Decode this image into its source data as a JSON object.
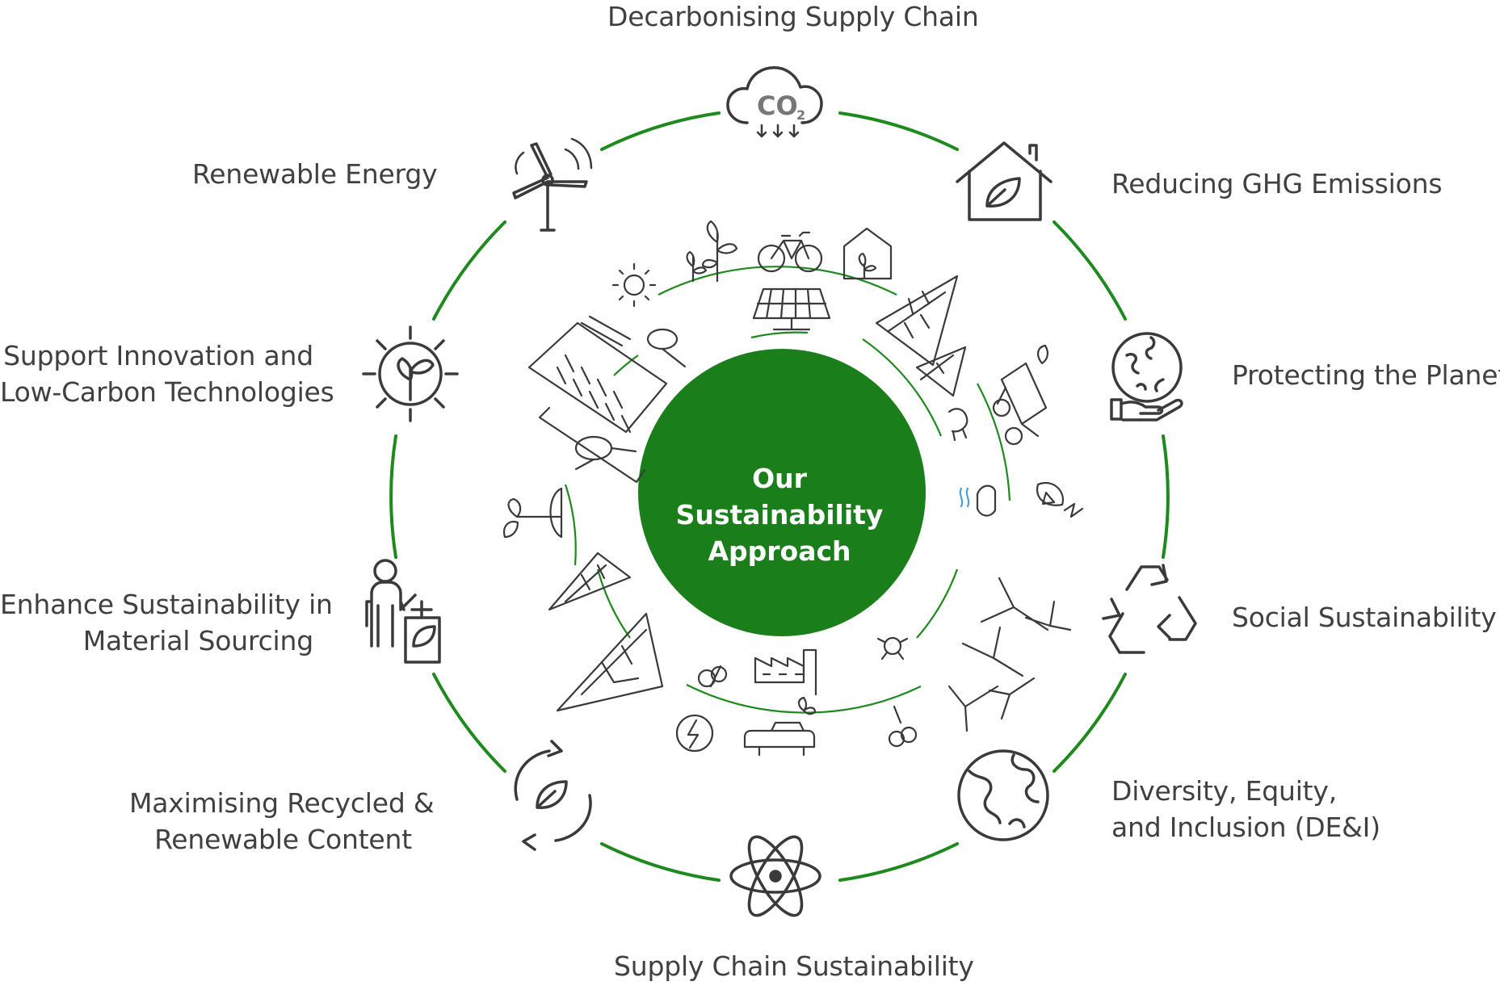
{
  "center": {
    "line1": "Our Sustainability",
    "line2": "Approach"
  },
  "labels": {
    "top": "Decarbonising Supply Chain",
    "top_right": "Reducing GHG Emissions",
    "right_upper": "Protecting the Planet",
    "right_lower": "Social Sustainability",
    "bottom_right": {
      "line1": "Diversity, Equity,",
      "line2": "and Inclusion (DE&I)"
    },
    "bottom": "Supply Chain Sustainability",
    "bottom_left": {
      "line1": "Maximising Recycled &",
      "line2": "Renewable Content"
    },
    "left_lower": {
      "line1": "Enhance Sustainability in",
      "line2": "Material Sourcing"
    },
    "left_upper": {
      "line1": "Support Innovation and",
      "line2": "Low-Carbon Technologies"
    },
    "top_left": "Renewable Energy"
  },
  "icons": {
    "co2_text": "CO",
    "co2_sub": "2"
  },
  "colors": {
    "accent": "#1a7f1a",
    "ring": "#1e8a1e",
    "icon_stroke": "#3a3a3a",
    "text": "#404040"
  }
}
